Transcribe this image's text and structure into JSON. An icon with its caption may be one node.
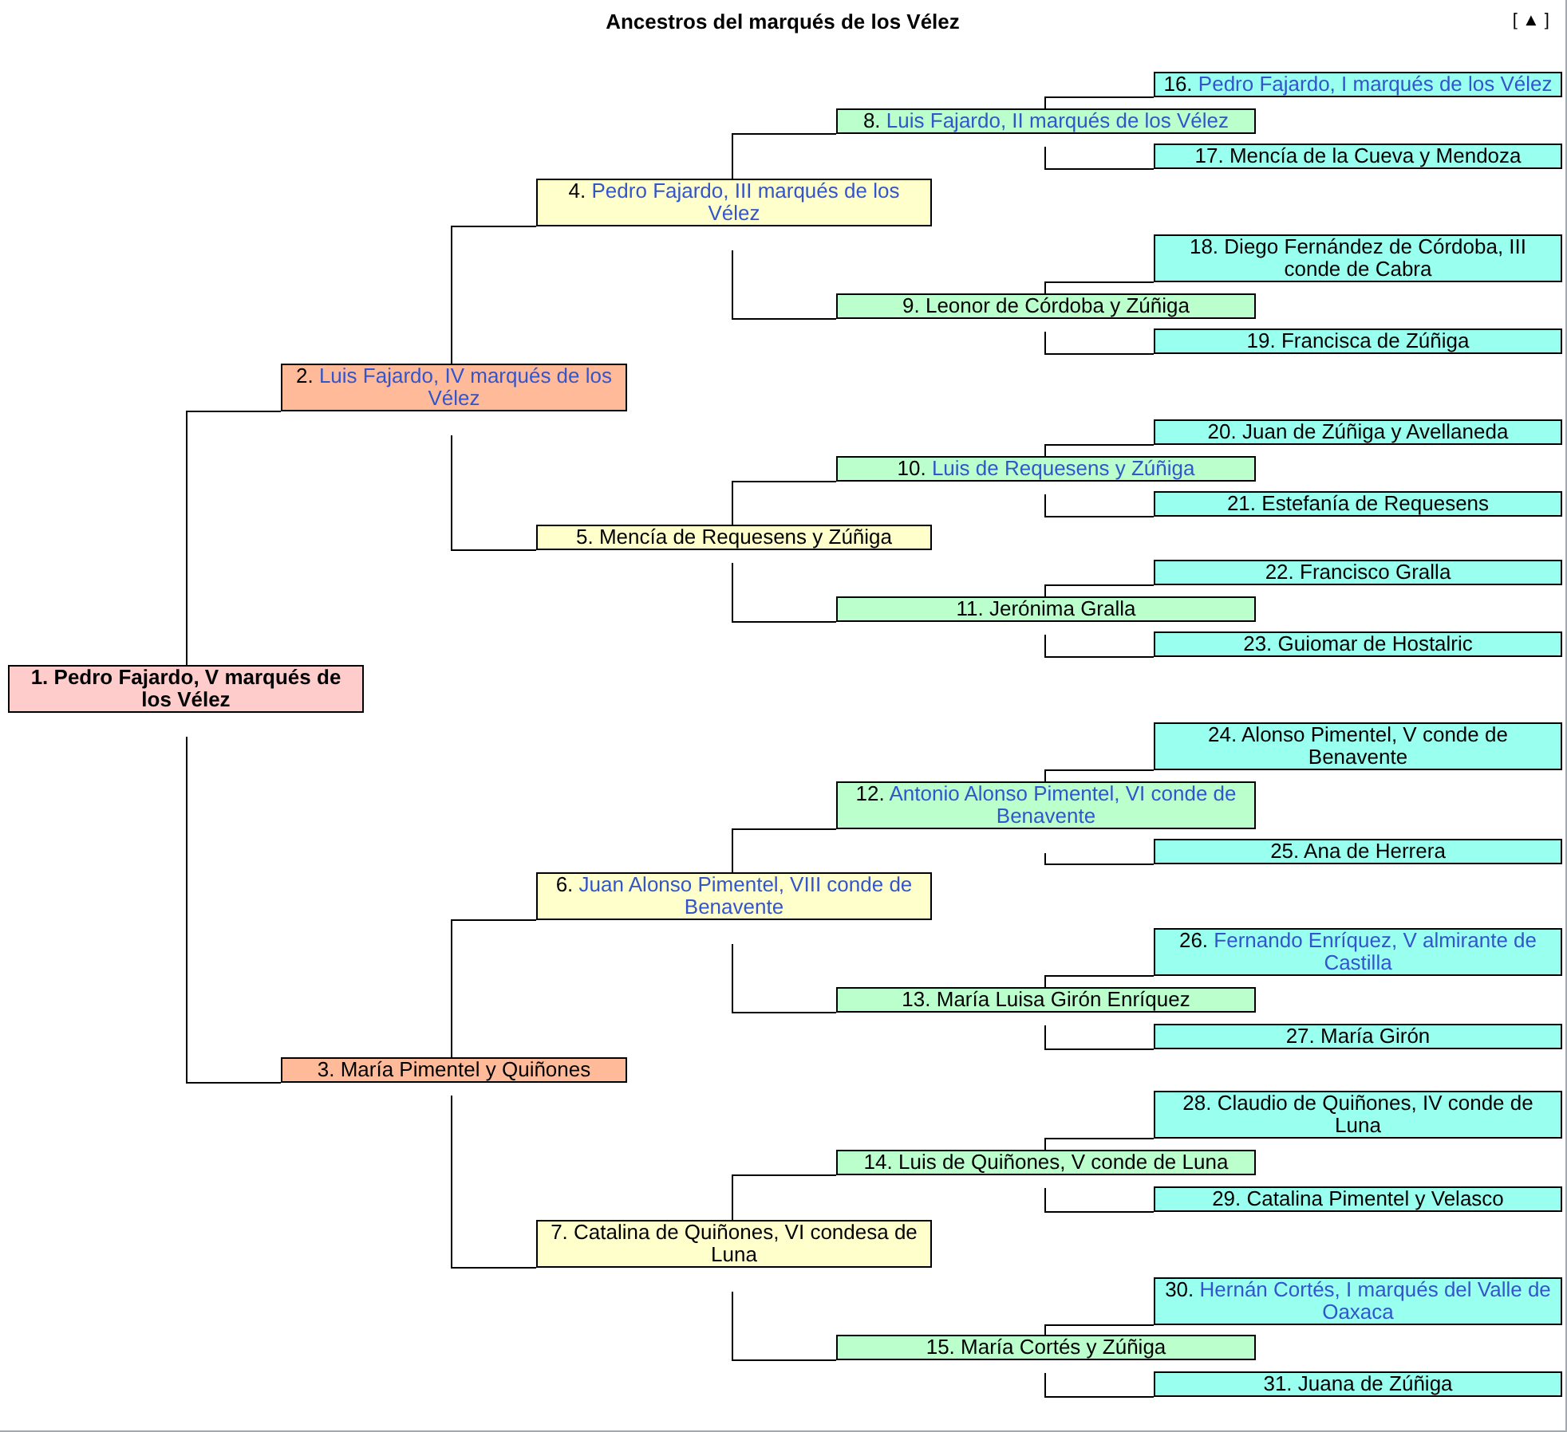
{
  "diagram": {
    "title": "Ancestros del marqués de los Vélez",
    "nodes": [
      {
        "text": [
          "1.",
          "Pedro Fajardo, V marqués de los Vélez"
        ]
      },
      {
        "text": [
          "2.",
          "Luis Fajardo, IV marqués de los Vélez"
        ]
      },
      {
        "text": [
          "3.",
          "María Pimentel y Quiñones"
        ]
      },
      {
        "text": [
          "4.",
          "Pedro Fajardo, III marqués de los Vélez"
        ]
      },
      {
        "text": [
          "5.",
          "Mencía de Requesens y Zúñiga"
        ]
      },
      {
        "text": [
          "6.",
          "Juan Alonso Pimentel, VIII conde de Benavente"
        ]
      },
      {
        "text": [
          "7.",
          "Catalina de Quiñones, VI condesa de Luna"
        ]
      },
      {
        "text": [
          "8.",
          "Luis Fajardo, II marqués de los Vélez"
        ]
      },
      {
        "text": [
          "9.",
          "Leonor de Córdoba y Zúñiga"
        ]
      },
      {
        "text": [
          "10.",
          "Luis de Requesens y Zúñiga"
        ]
      },
      {
        "text": [
          "11.",
          "Jerónima Gralla"
        ]
      },
      {
        "text": [
          "12.",
          "Antonio Alonso Pimentel, VI conde de Benavente"
        ]
      },
      {
        "text": [
          "13.",
          "María Luisa Girón Enríquez"
        ]
      },
      {
        "text": [
          "14.",
          "Luis de Quiñones, V conde de Luna"
        ]
      },
      {
        "text": [
          "15.",
          "María Cortés y Zúñiga"
        ]
      },
      {
        "text": [
          "16.",
          "Pedro Fajardo, I marqués de los Vélez"
        ]
      },
      {
        "text": [
          "17.",
          "Mencía de la Cueva y Mendoza"
        ]
      },
      {
        "text": [
          "18.",
          "Diego Fernández de Córdoba, III conde de Cabra"
        ]
      },
      {
        "text": [
          "19.",
          "Francisca de Zúñiga"
        ]
      },
      {
        "text": [
          "20.",
          "Juan de Zúñiga y Avellaneda"
        ]
      },
      {
        "text": [
          "21.",
          "Estefanía de Requesens"
        ]
      },
      {
        "text": [
          "22.",
          "Francisco Gralla"
        ]
      },
      {
        "text": [
          "23.",
          "Guiomar de Hostalric"
        ]
      },
      {
        "text": [
          "24.",
          "Alonso Pimentel, V conde de Benavente"
        ]
      },
      {
        "text": [
          "25.",
          "Ana de Herrera"
        ]
      },
      {
        "text": [
          "26.",
          "Fernando Enríquez, V almirante de Castilla"
        ]
      },
      {
        "text": [
          "27.",
          "María Girón"
        ]
      },
      {
        "text": [
          "28.",
          "Claudio de Quiñones, IV conde de Luna"
        ]
      },
      {
        "text": [
          "29.",
          "Catalina Pimentel y Velasco"
        ]
      },
      {
        "text": [
          "30.",
          "Hernán Cortés, I marqués del Valle de Oaxaca"
        ]
      },
      {
        "text": [
          "31.",
          "Juana de Zúñiga"
        ]
      }
    ],
    "edges": [
      {
        "from": 0,
        "to": 1,
        "arrow": "none"
      },
      {
        "from": 0,
        "to": 2,
        "arrow": "none"
      },
      {
        "from": 1,
        "to": 3,
        "arrow": "none"
      },
      {
        "from": 1,
        "to": 4,
        "arrow": "none"
      },
      {
        "from": 2,
        "to": 5,
        "arrow": "none"
      },
      {
        "from": 2,
        "to": 6,
        "arrow": "none"
      },
      {
        "from": 3,
        "to": 7,
        "arrow": "none"
      },
      {
        "from": 3,
        "to": 8,
        "arrow": "none"
      },
      {
        "from": 4,
        "to": 9,
        "arrow": "none"
      },
      {
        "from": 4,
        "to": 10,
        "arrow": "none"
      },
      {
        "from": 5,
        "to": 11,
        "arrow": "none"
      },
      {
        "from": 5,
        "to": 12,
        "arrow": "none"
      },
      {
        "from": 6,
        "to": 13,
        "arrow": "none"
      },
      {
        "from": 6,
        "to": 14,
        "arrow": "none"
      },
      {
        "from": 7,
        "to": 15,
        "arrow": "none"
      },
      {
        "from": 7,
        "to": 16,
        "arrow": "none"
      },
      {
        "from": 8,
        "to": 17,
        "arrow": "none"
      },
      {
        "from": 8,
        "to": 18,
        "arrow": "none"
      },
      {
        "from": 9,
        "to": 19,
        "arrow": "none"
      },
      {
        "from": 9,
        "to": 20,
        "arrow": "none"
      },
      {
        "from": 10,
        "to": 21,
        "arrow": "none"
      },
      {
        "from": 10,
        "to": 22,
        "arrow": "none"
      },
      {
        "from": 11,
        "to": 23,
        "arrow": "none"
      },
      {
        "from": 11,
        "to": 24,
        "arrow": "none"
      },
      {
        "from": 12,
        "to": 25,
        "arrow": "none"
      },
      {
        "from": 12,
        "to": 26,
        "arrow": "none"
      },
      {
        "from": 13,
        "to": 27,
        "arrow": "none"
      },
      {
        "from": 13,
        "to": 28,
        "arrow": "none"
      },
      {
        "from": 14,
        "to": 29,
        "arrow": "none"
      },
      {
        "from": 14,
        "to": 30,
        "arrow": "none"
      }
    ],
    "labels": [
      "[ ▲ ]"
    ]
  }
}
